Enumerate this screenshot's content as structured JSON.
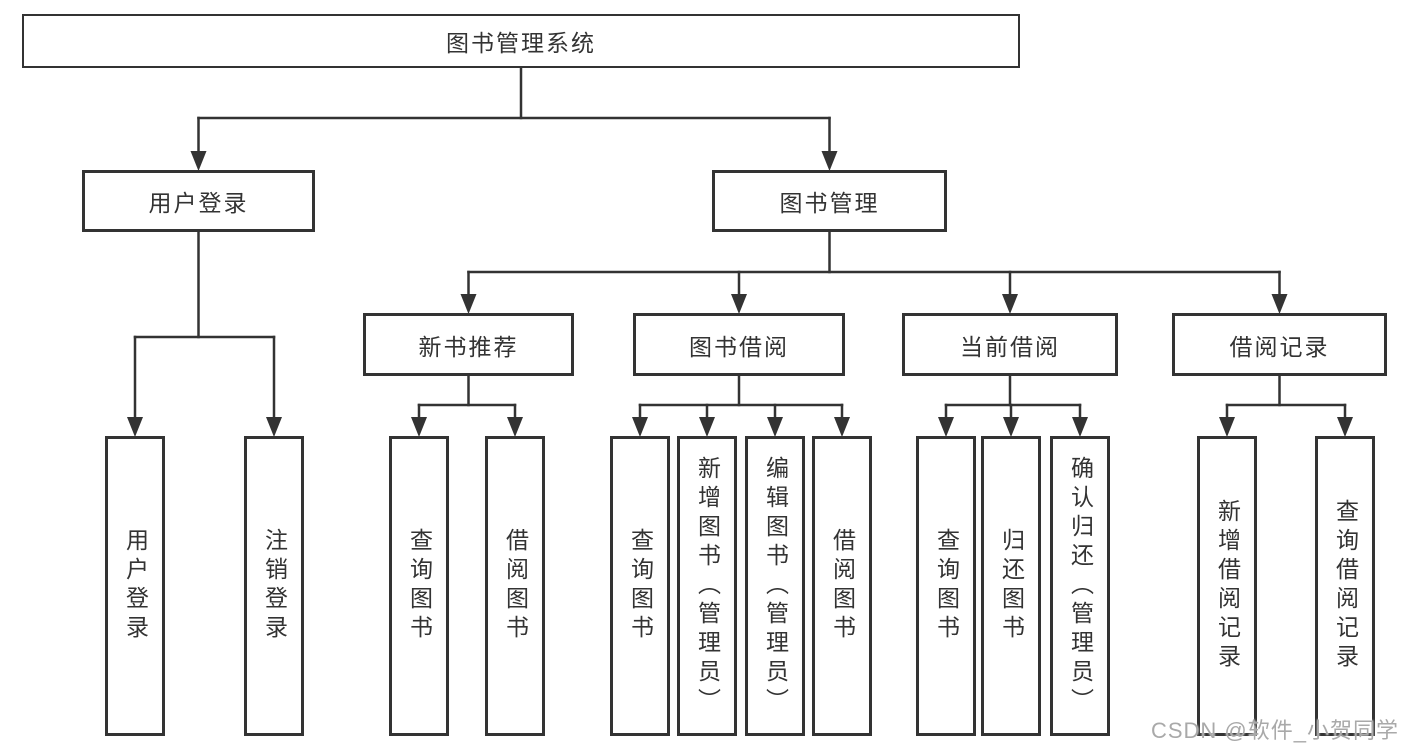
{
  "diagram": {
    "watermark": "CSDN @软件_小贺同学",
    "colors": {
      "line": "#333333",
      "border": "#333333",
      "text": "#333333",
      "background": "#ffffff",
      "watermark": "#a9a9a9"
    },
    "nodes": [
      {
        "id": "root",
        "label": "图书管理系统",
        "parent": null,
        "orientation": "horizontal"
      },
      {
        "id": "user-login",
        "label": "用户登录",
        "parent": "root",
        "orientation": "horizontal"
      },
      {
        "id": "book-mgmt",
        "label": "图书管理",
        "parent": "root",
        "orientation": "horizontal"
      },
      {
        "id": "login",
        "label": "用户登录",
        "parent": "user-login",
        "orientation": "vertical"
      },
      {
        "id": "logout",
        "label": "注销登录",
        "parent": "user-login",
        "orientation": "vertical"
      },
      {
        "id": "new-book-rec",
        "label": "新书推荐",
        "parent": "book-mgmt",
        "orientation": "horizontal"
      },
      {
        "id": "book-borrow",
        "label": "图书借阅",
        "parent": "book-mgmt",
        "orientation": "horizontal"
      },
      {
        "id": "current-borrow",
        "label": "当前借阅",
        "parent": "book-mgmt",
        "orientation": "horizontal"
      },
      {
        "id": "borrow-records",
        "label": "借阅记录",
        "parent": "book-mgmt",
        "orientation": "horizontal"
      },
      {
        "id": "rec-query-books",
        "label": "查询图书",
        "parent": "new-book-rec",
        "orientation": "vertical"
      },
      {
        "id": "rec-borrow-books",
        "label": "借阅图书",
        "parent": "new-book-rec",
        "orientation": "vertical"
      },
      {
        "id": "bb-query-books",
        "label": "查询图书",
        "parent": "book-borrow",
        "orientation": "vertical"
      },
      {
        "id": "bb-add-books",
        "label": "新增图书（管理员）",
        "parent": "book-borrow",
        "orientation": "vertical"
      },
      {
        "id": "bb-edit-books",
        "label": "编辑图书（管理员）",
        "parent": "book-borrow",
        "orientation": "vertical"
      },
      {
        "id": "bb-borrow-books",
        "label": "借阅图书",
        "parent": "book-borrow",
        "orientation": "vertical"
      },
      {
        "id": "cb-query-books",
        "label": "查询图书",
        "parent": "current-borrow",
        "orientation": "vertical"
      },
      {
        "id": "cb-return-books",
        "label": "归还图书",
        "parent": "current-borrow",
        "orientation": "vertical"
      },
      {
        "id": "cb-confirm-return",
        "label": "确认归还（管理员）",
        "parent": "current-borrow",
        "orientation": "vertical"
      },
      {
        "id": "br-add-record",
        "label": "新增借阅记录",
        "parent": "borrow-records",
        "orientation": "vertical"
      },
      {
        "id": "br-query-record",
        "label": "查询借阅记录",
        "parent": "borrow-records",
        "orientation": "vertical"
      }
    ]
  }
}
